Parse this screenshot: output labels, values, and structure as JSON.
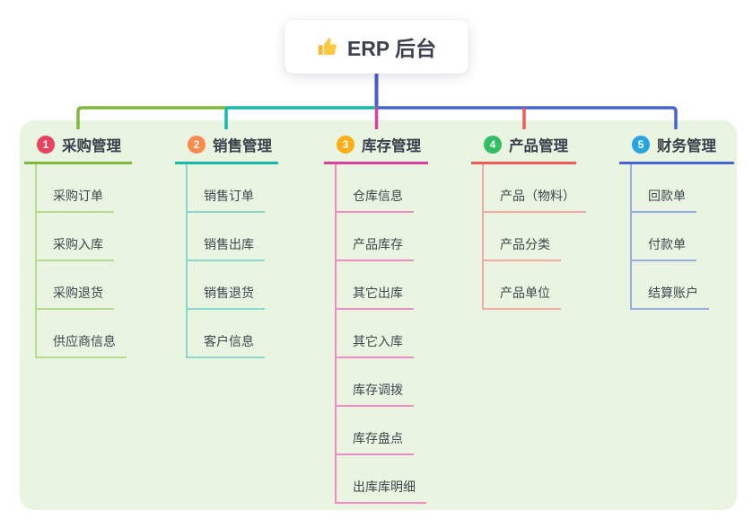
{
  "root": {
    "title": "ERP 后台",
    "icon": "thumbs-up-icon",
    "icon_color": "#FFC83D",
    "icon_sleeve_color": "#F5B82E"
  },
  "canvas": {
    "background": "#ffffff",
    "panel_background": "#E9F5E1"
  },
  "connectors": {
    "trunk_color": "#4A5AD4"
  },
  "branches": [
    {
      "index": "1",
      "label": "采购管理",
      "color": "#7EB83F",
      "light_color": "#B8DB8F",
      "badge_color": "#E9425E",
      "items": [
        "采购订单",
        "采购入库",
        "采购退货",
        "供应商信息"
      ]
    },
    {
      "index": "2",
      "label": "销售管理",
      "color": "#15B9A8",
      "light_color": "#8AD7CB",
      "badge_color": "#FB8A4E",
      "items": [
        "销售订单",
        "销售出库",
        "销售退货",
        "客户信息"
      ]
    },
    {
      "index": "3",
      "label": "库存管理",
      "color": "#DA3F9F",
      "light_color": "#F18CC2",
      "badge_color": "#FBAE15",
      "items": [
        "仓库信息",
        "产品库存",
        "其它出库",
        "其它入库",
        "库存调拨",
        "库存盘点",
        "出库库明细"
      ]
    },
    {
      "index": "4",
      "label": "产品管理",
      "color": "#F15B57",
      "light_color": "#F6A9A2",
      "badge_color": "#2FBE60",
      "items": [
        "产品（物料）",
        "产品分类",
        "产品单位"
      ]
    },
    {
      "index": "5",
      "label": "财务管理",
      "color": "#4565D2",
      "light_color": "#99ABE6",
      "badge_color": "#27A5E2",
      "items": [
        "回款单",
        "付款单",
        "结算账户"
      ]
    }
  ]
}
